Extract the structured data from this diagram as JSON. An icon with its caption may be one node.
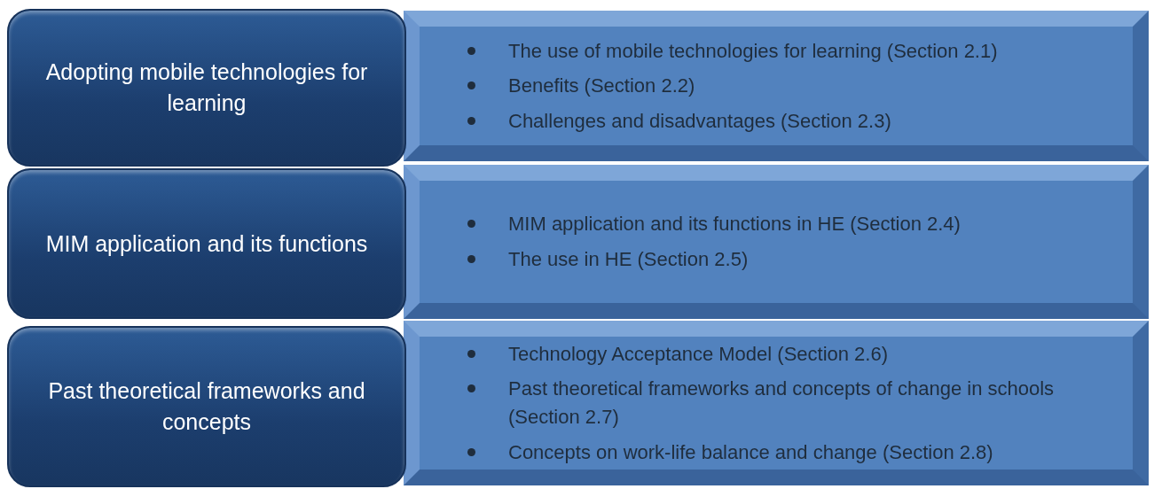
{
  "diagram": {
    "nodes": [
      {
        "text": [
          "Adopting mobile technologies for learning"
        ]
      },
      {
        "text": [
          "The use of mobile technologies for learning (Section 2.1)",
          "Benefits (Section 2.2)",
          "Challenges and disadvantages  (Section 2.3)"
        ]
      },
      {
        "text": [
          "MIM application and its functions"
        ]
      },
      {
        "text": [
          "MIM application and its functions in HE (Section 2.4)",
          "The use in HE (Section 2.5)"
        ]
      },
      {
        "text": [
          "Past theoretical frameworks and concepts"
        ]
      },
      {
        "text": [
          "Technology Acceptance Model (Section 2.6)",
          "Past theoretical frameworks and concepts of change in schools (Section 2.7)",
          "Concepts on work-life balance and change (Section 2.8)"
        ]
      }
    ]
  }
}
